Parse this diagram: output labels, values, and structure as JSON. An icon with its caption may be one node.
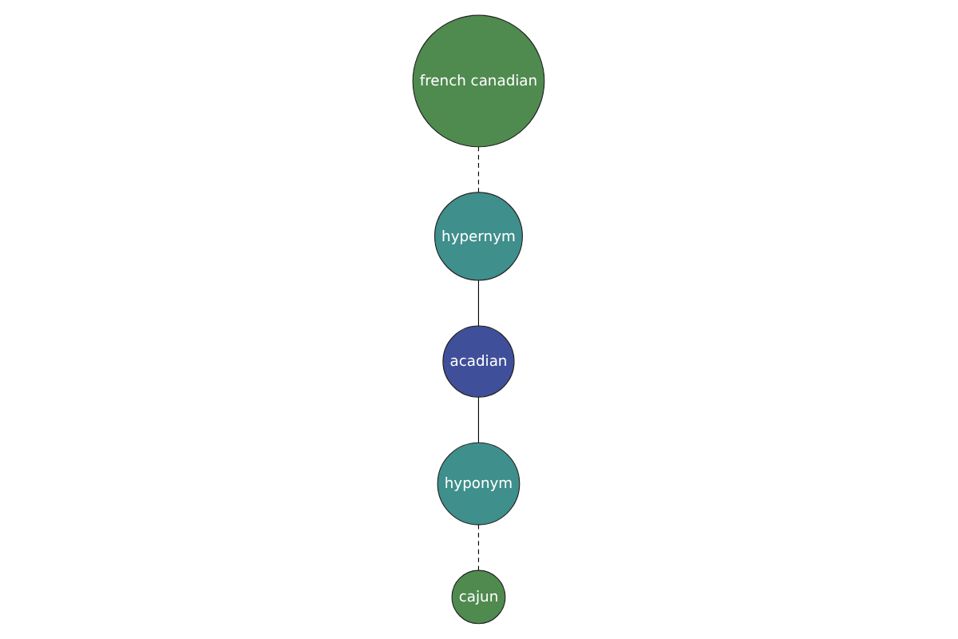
{
  "diagram": {
    "nodes": [
      {
        "text": [
          "french canadian"
        ]
      },
      {
        "text": [
          "hypernym"
        ]
      },
      {
        "text": [
          "acadian"
        ]
      },
      {
        "text": [
          "hyponym"
        ]
      },
      {
        "text": [
          "cajun"
        ]
      }
    ],
    "edges": [
      {
        "from": 0,
        "to": 1,
        "arrow": "none",
        "style": "dashed"
      },
      {
        "from": 1,
        "to": 2,
        "arrow": "none"
      },
      {
        "from": 2,
        "to": 3,
        "arrow": "none"
      },
      {
        "from": 3,
        "to": 4,
        "arrow": "none",
        "style": "dashed"
      }
    ]
  }
}
